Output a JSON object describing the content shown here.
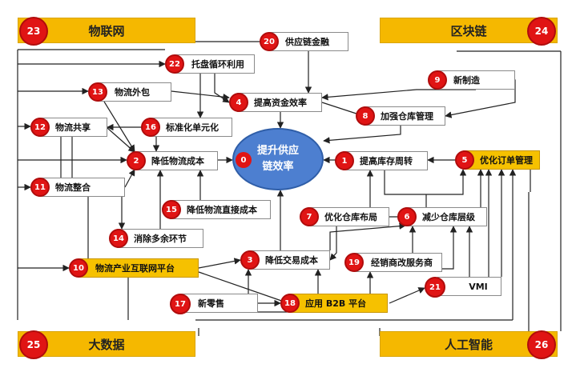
{
  "corners": [
    {
      "id": "c23",
      "num": "23",
      "label": "物联网"
    },
    {
      "id": "c24",
      "num": "24",
      "label": "区块链"
    },
    {
      "id": "c25",
      "num": "25",
      "label": "大数据"
    },
    {
      "id": "c26",
      "num": "26",
      "label": "人工智能"
    }
  ],
  "center": {
    "num": "0",
    "line1": "提升供应",
    "line2": "链效率"
  },
  "nodes": [
    {
      "id": "n20",
      "num": "20",
      "label": "供应链金融"
    },
    {
      "id": "n22",
      "num": "22",
      "label": "托盘循环利用"
    },
    {
      "id": "n9",
      "num": "9",
      "label": "新制造"
    },
    {
      "id": "n13",
      "num": "13",
      "label": "物流外包"
    },
    {
      "id": "n4",
      "num": "4",
      "label": "提高资金效率"
    },
    {
      "id": "n8",
      "num": "8",
      "label": "加强仓库管理"
    },
    {
      "id": "n12",
      "num": "12",
      "label": "物流共享"
    },
    {
      "id": "n16",
      "num": "16",
      "label": "标准化单元化"
    },
    {
      "id": "n2",
      "num": "2",
      "label": "降低物流成本"
    },
    {
      "id": "n1",
      "num": "1",
      "label": "提高库存周转"
    },
    {
      "id": "n5",
      "num": "5",
      "label": "优化订单管理"
    },
    {
      "id": "n11",
      "num": "11",
      "label": "物流整合"
    },
    {
      "id": "n15",
      "num": "15",
      "label": "降低物流直接成本"
    },
    {
      "id": "n7",
      "num": "7",
      "label": "优化仓库布局"
    },
    {
      "id": "n6",
      "num": "6",
      "label": "减少仓库层级"
    },
    {
      "id": "n14",
      "num": "14",
      "label": "消除多余环节"
    },
    {
      "id": "n3",
      "num": "3",
      "label": "降低交易成本"
    },
    {
      "id": "n19",
      "num": "19",
      "label": "经销商改服务商"
    },
    {
      "id": "n10",
      "num": "10",
      "label": "物流产业互联网平台"
    },
    {
      "id": "n21",
      "num": "21",
      "label": "VMI"
    },
    {
      "id": "n17",
      "num": "17",
      "label": "新零售"
    },
    {
      "id": "n18",
      "num": "18",
      "label": "应用 B2B 平台"
    }
  ],
  "colors": {
    "badge": "#e01414",
    "highlight": "#f6c100",
    "center": "#4d7fd0",
    "line": "#222222"
  }
}
